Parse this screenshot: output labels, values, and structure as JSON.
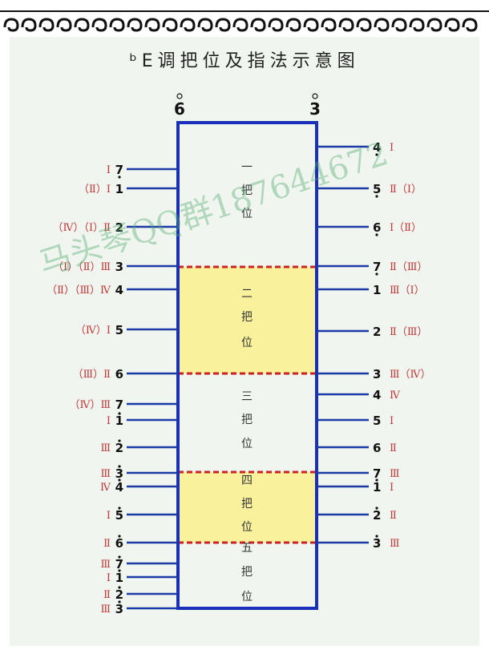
{
  "title": "ᵇE调把位及指法示意图",
  "top_left_label": "6",
  "top_right_label": "3",
  "position_labels": [
    [
      "一",
      "把",
      "位"
    ],
    [
      "二",
      "把",
      "位"
    ],
    [
      "三",
      "把",
      "位"
    ],
    [
      "四",
      "把",
      "位"
    ],
    [
      "五",
      "把",
      "位"
    ]
  ],
  "left_notes": [
    {
      "num": "7",
      "roman": "Ⅰ",
      "dot": "below"
    },
    {
      "num": "1",
      "roman": "（Ⅱ）Ⅰ",
      "dot": "none"
    },
    {
      "num": "2",
      "roman": "（Ⅳ）（Ⅰ）Ⅱ",
      "dot": "none"
    },
    {
      "num": "3",
      "roman": "（Ⅰ）（Ⅱ）Ⅲ",
      "dot": "none"
    },
    {
      "num": "4",
      "roman": "（Ⅱ）（Ⅲ）Ⅳ",
      "dot": "none"
    },
    {
      "num": "5",
      "roman": "（Ⅳ）Ⅰ",
      "dot": "none"
    },
    {
      "num": "6",
      "roman": "（Ⅲ）Ⅱ",
      "dot": "none"
    },
    {
      "num": "7",
      "roman": "（Ⅳ）Ⅲ",
      "dot": "none"
    },
    {
      "num": "1",
      "roman": "Ⅰ",
      "dot": "above"
    },
    {
      "num": "2",
      "roman": "Ⅲ",
      "dot": "above"
    },
    {
      "num": "3",
      "roman": "Ⅲ",
      "dot": "above"
    },
    {
      "num": "4",
      "roman": "Ⅳ",
      "dot": "above"
    },
    {
      "num": "5",
      "roman": "Ⅰ",
      "dot": "above"
    },
    {
      "num": "6",
      "roman": "Ⅱ",
      "dot": "above"
    },
    {
      "num": "7",
      "roman": "Ⅲ",
      "dot": "above"
    },
    {
      "num": "1",
      "roman": "Ⅰ",
      "dot": "above"
    },
    {
      "num": "2",
      "roman": "Ⅱ",
      "dot": "above"
    },
    {
      "num": "3",
      "roman": "Ⅲ",
      "dot": "above"
    }
  ],
  "right_notes": [
    {
      "num": "4",
      "roman": "Ⅰ",
      "dot": "below"
    },
    {
      "num": "5",
      "roman": "Ⅱ（Ⅰ）",
      "dot": "below"
    },
    {
      "num": "6",
      "roman": "Ⅰ（Ⅱ）",
      "dot": "below"
    },
    {
      "num": "7",
      "roman": "Ⅱ（Ⅲ）",
      "dot": "below"
    },
    {
      "num": "1",
      "roman": "Ⅲ（Ⅰ）",
      "dot": "none"
    },
    {
      "num": "2",
      "roman": "Ⅱ（Ⅲ）",
      "dot": "none"
    },
    {
      "num": "3",
      "roman": "Ⅲ（Ⅳ）",
      "dot": "none"
    },
    {
      "num": "4",
      "roman": "Ⅳ",
      "dot": "none"
    },
    {
      "num": "5",
      "roman": "Ⅰ",
      "dot": "none"
    },
    {
      "num": "6",
      "roman": "Ⅱ",
      "dot": "none"
    },
    {
      "num": "7",
      "roman": "Ⅲ",
      "dot": "none"
    },
    {
      "num": "1",
      "roman": "Ⅰ",
      "dot": "above"
    },
    {
      "num": "2",
      "roman": "Ⅱ",
      "dot": "above"
    },
    {
      "num": "3",
      "roman": "Ⅲ",
      "dot": "above"
    }
  ],
  "watermark": "马头琴QQ群187644672",
  "colors": {
    "box": "#1a2fb8",
    "line": "#1a3aa8",
    "highlight": "#f9f19c",
    "divider": "#cc2222",
    "roman": "#c03838",
    "number": "#111111"
  }
}
